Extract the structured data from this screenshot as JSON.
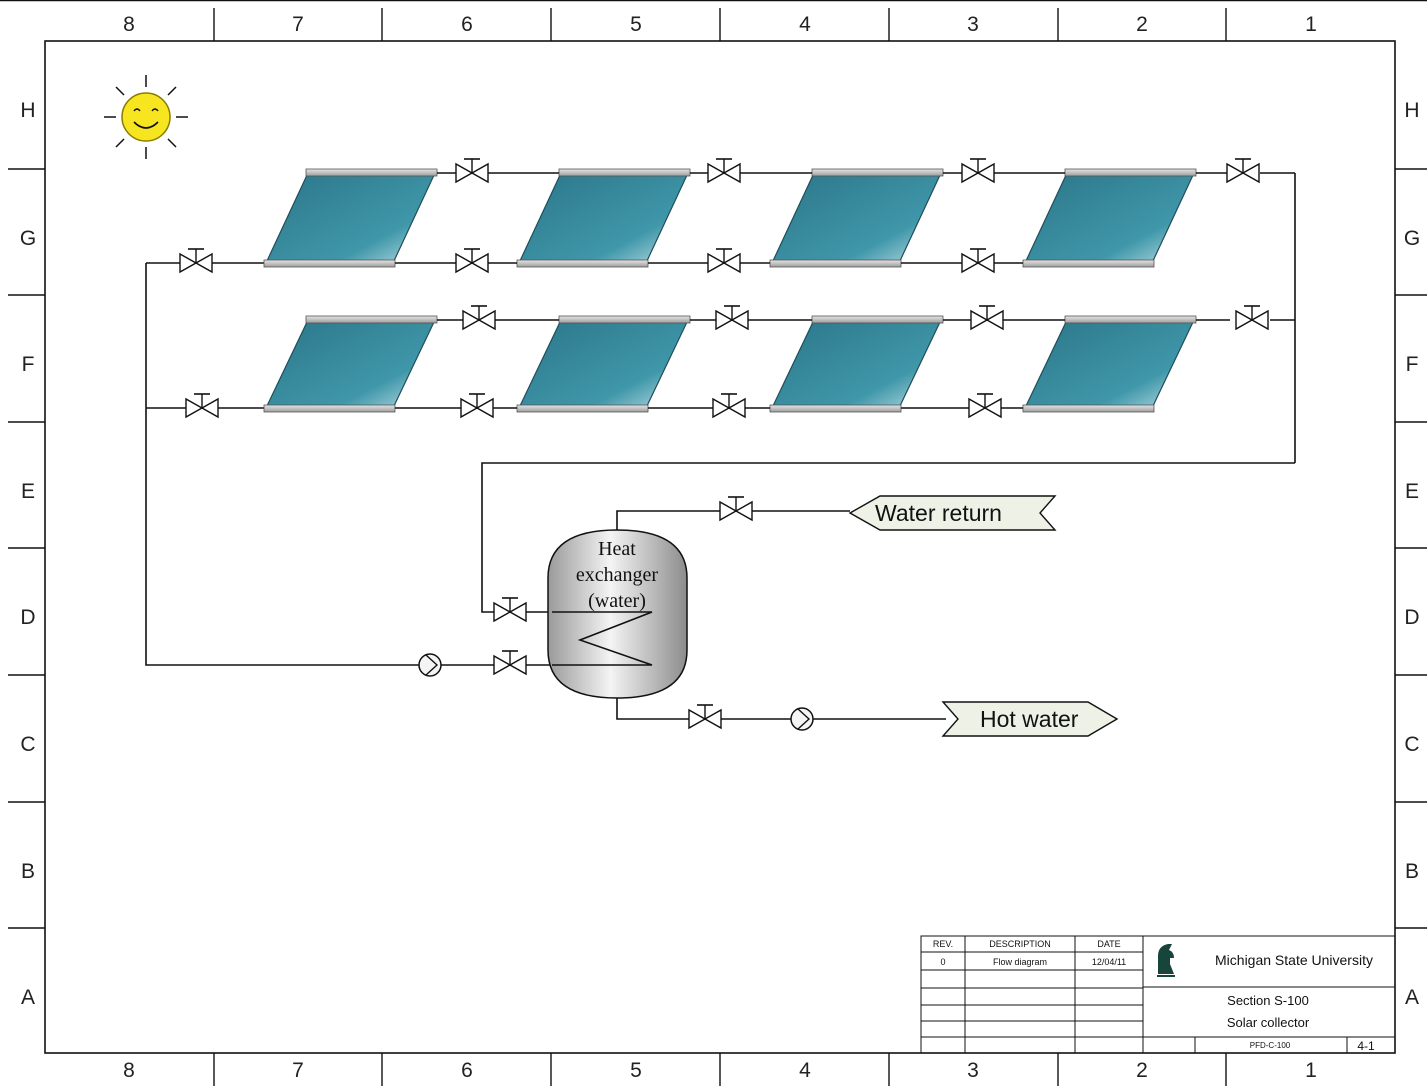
{
  "border": {
    "columns": [
      "8",
      "7",
      "6",
      "5",
      "4",
      "3",
      "2",
      "1"
    ],
    "rows": [
      "H",
      "G",
      "F",
      "E",
      "D",
      "C",
      "B",
      "A"
    ]
  },
  "heat_exchanger": {
    "line1": "Heat",
    "line2": "exchanger",
    "line3": "(water)"
  },
  "water_return": {
    "label": "Water return"
  },
  "hot_water": {
    "label": "Hot water"
  },
  "title_block": {
    "revision_table": {
      "headers": [
        "REV.",
        "DESCRIPTION",
        "DATE"
      ],
      "rows": [
        [
          "0",
          "Flow diagram",
          "12/04/11"
        ]
      ]
    },
    "organization": "Michigan State University",
    "section": "Section S-100",
    "subject": "Solar collector",
    "drawing_number": "PFD-C-100",
    "sheet": "4-1"
  },
  "colors": {
    "panel_dark": "#2b7588",
    "panel_light": "#c8e3ea",
    "sun": "#f7e51f",
    "tag_fill": "#eef1e6",
    "logo_green": "#18453b"
  },
  "icons": {
    "sun": "smiling-sun-icon",
    "valve": "gate-valve-symbol",
    "pump": "pump-symbol",
    "logo": "spartan-helmet-logo"
  }
}
